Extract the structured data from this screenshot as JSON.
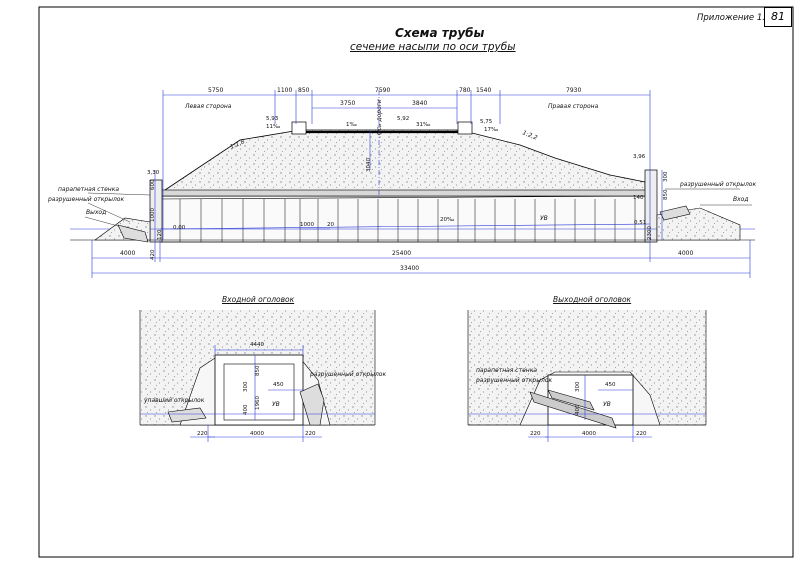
{
  "title": "Схема трубы",
  "subtitle": "сечение насыпи по оси трубы",
  "appendix": "Приложение 1.",
  "page_number": "81",
  "labels": {
    "left_side": "Левая сторона",
    "right_side": "Правая сторона",
    "road_axis": "Ось дороги",
    "parapet": "парапетная стенка",
    "destroyed_wing": "разрушенный открылок",
    "outlet": "Выход",
    "inlet": "Вход",
    "slope_left": "1:1,8",
    "slope_right": "1:2,2",
    "water_level": "УВ"
  },
  "dims": {
    "top_5750": "5750",
    "top_1100": "1100",
    "top_850": "850",
    "top_7590": "7590",
    "top_3750": "3750",
    "top_3840": "3840",
    "top_780": "780",
    "top_1540": "1540",
    "top_7930": "7930",
    "elev_593": "5,93",
    "elev_592": "5,92",
    "elev_575": "5,75",
    "pct_11": "11‰",
    "pct_1": "1‰",
    "pct_31": "31‰",
    "pct_17": "17‰",
    "elev_330": "3,30",
    "elev_396": "3,96",
    "d3040": "3040",
    "d1000": "1000",
    "d20": "20",
    "d20pm": "20‰",
    "d140": "140",
    "elev_000": "0,00",
    "elev_051": "0,51",
    "d4000L": "4000",
    "d25400": "25400",
    "d4000R": "4000",
    "d33400": "33400",
    "v600": "600",
    "v300": "300",
    "v2300": "2300",
    "v850": "850",
    "v1000": "1000",
    "v420": "420",
    "v120": "120"
  },
  "inlet_head": {
    "title": "Входной оголовок",
    "d4440": "4440",
    "d450": "450",
    "d4000": "4000",
    "d220L": "220",
    "d220R": "220",
    "v850": "850",
    "v300": "300",
    "v400": "400",
    "v1960": "1960",
    "uv": "УВ",
    "wing_left": "упавший открылок",
    "wing_right": "разрушенный открылок"
  },
  "outlet_head": {
    "title": "Выходной оголовок",
    "d450": "450",
    "d4000": "4000",
    "d220L": "220",
    "d220R": "220",
    "v300": "300",
    "v400": "400",
    "uv": "УВ",
    "parapet": "парапетная стенка",
    "wing": "разрушенный открылок"
  }
}
